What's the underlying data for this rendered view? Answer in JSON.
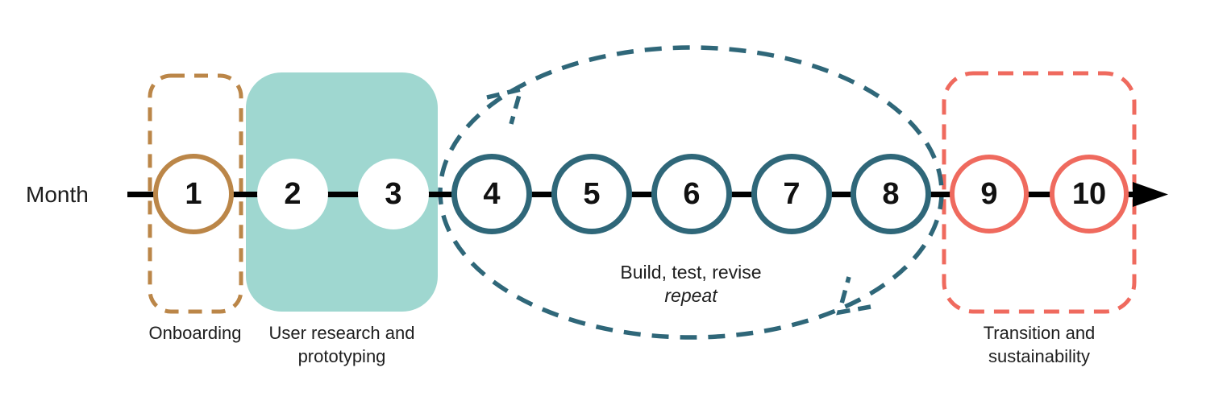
{
  "axis": {
    "label": "Month"
  },
  "months": [
    "1",
    "2",
    "3",
    "4",
    "5",
    "6",
    "7",
    "8",
    "9",
    "10"
  ],
  "phases": {
    "onboarding": {
      "label": "Onboarding",
      "color": "#BB8648"
    },
    "user_research": {
      "lines": [
        "User research and",
        "prototyping"
      ],
      "color": "#9FD7D0"
    },
    "loop": {
      "label": "Build, test, revise",
      "sublabel": "repeat",
      "color": "#2F6779"
    },
    "transition": {
      "lines": [
        "Transition and",
        "sustainability"
      ],
      "color": "#EF6A5E"
    }
  },
  "colors": {
    "timeline": "#000000",
    "text": "#1e1e1e",
    "circle_fill": "#ffffff"
  },
  "icons": {
    "timeline_arrowhead": "right-arrowhead",
    "loop_arrowheads": "dashed-cycle-arrowheads"
  }
}
